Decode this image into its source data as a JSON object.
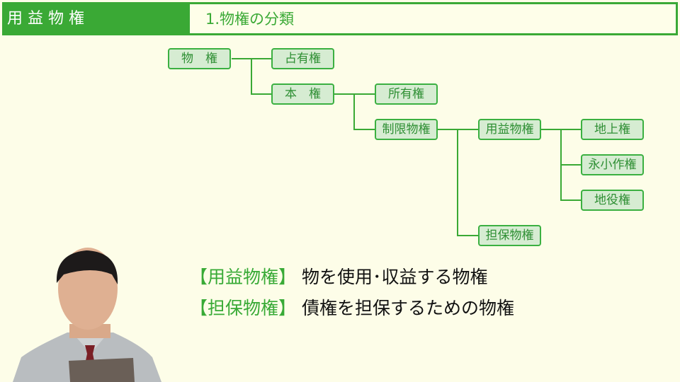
{
  "header": {
    "section": "用益物権",
    "title": "1.物権の分類"
  },
  "tree": {
    "root": "物　権",
    "possession": "占有権",
    "main_right": "本　権",
    "ownership": "所有権",
    "limited": "制限物権",
    "usufruct": "用益物権",
    "security": "担保物権",
    "superficies": "地上権",
    "emphyteusis": "永小作権",
    "servitude": "地役権"
  },
  "definitions": [
    {
      "term": "【用益物権】",
      "text": "物を使用･収益する物権"
    },
    {
      "term": "【担保物権】",
      "text": "債権を担保するための物権"
    }
  ],
  "colors": {
    "accent": "#3aa935",
    "background": "#fdfde8",
    "node_fill": "#d6ecd2"
  }
}
